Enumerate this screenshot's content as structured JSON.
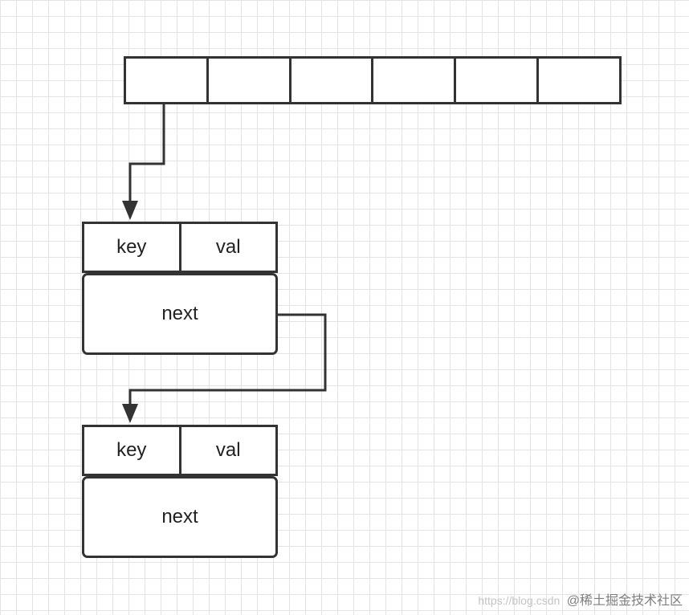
{
  "nodes": [
    {
      "key_label": "key",
      "val_label": "val",
      "next_label": "next"
    },
    {
      "key_label": "key",
      "val_label": "val",
      "next_label": "next"
    }
  ],
  "bucket_array": {
    "cell_count": 6
  },
  "watermark": {
    "url": "https://blog.csdn",
    "text": "@稀土掘金技术社区"
  },
  "colors": {
    "stroke": "#333333",
    "grid": "#e3e3e3",
    "background": "#ffffff"
  }
}
